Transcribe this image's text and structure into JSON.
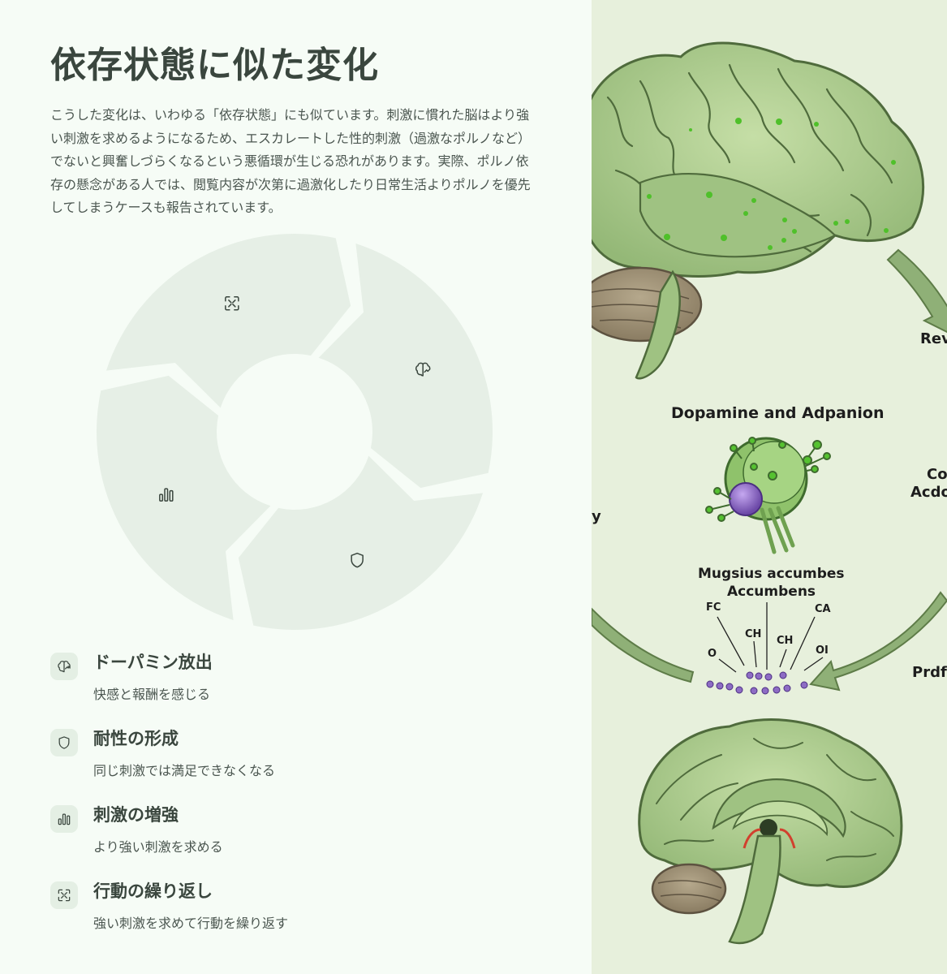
{
  "title": "依存状態に似た変化",
  "description": "こうした変化は、いわゆる「依存状態」にも似ています。刺激に慣れた脳はより強い刺激を求めるようになるため、エスカレートした性的刺激（過激なポルノなど）でないと興奮しづらくなるという悪循環が生じる恐れがあります。実際、ポルノ依存の懸念がある人では、閲覧内容が次第に過激化したり日常生活よりポルノを優先してしまうケースも報告されています。",
  "cycle": {
    "segments": [
      {
        "icon": "brain-icon"
      },
      {
        "icon": "shield-icon"
      },
      {
        "icon": "bar-chart-icon"
      },
      {
        "icon": "repeat-arrows-icon"
      }
    ]
  },
  "legend": [
    {
      "icon": "brain-icon",
      "title": "ドーパミン放出",
      "subtitle": "快感と報酬を感じる"
    },
    {
      "icon": "shield-icon",
      "title": "耐性の形成",
      "subtitle": "同じ刺激では満足できなくなる"
    },
    {
      "icon": "bar-chart-icon",
      "title": "刺激の増強",
      "subtitle": "より強い刺激を求める"
    },
    {
      "icon": "repeat-arrows-icon",
      "title": "行動の繰り返し",
      "subtitle": "強い刺激を求めて行動を繰り返す"
    }
  ],
  "illustration": {
    "labels": {
      "top_heading": "Dopamine and Adpanion",
      "rev": "Rev",
      "co": "Co",
      "acdo": "Acdo",
      "y": "y",
      "mid_line1": "Mugsius accumbes",
      "mid_line2": "Accumbens",
      "fc": "FC",
      "ca": "CA",
      "ch1": "CH",
      "ch2": "CH",
      "o": "O",
      "oi": "OI",
      "prdf": "Prdfc"
    }
  },
  "colors": {
    "background": "#f6fcf6",
    "segment": "#e6efe6",
    "heading": "#3a463e",
    "body_text": "#4b5650",
    "illustration_bg": "#e7f0dc",
    "brain_green": "#a9c98a",
    "brain_outline": "#4f6b3c",
    "arrow_green": "#8fb077",
    "receptor_purple": "#8d6cc4"
  }
}
